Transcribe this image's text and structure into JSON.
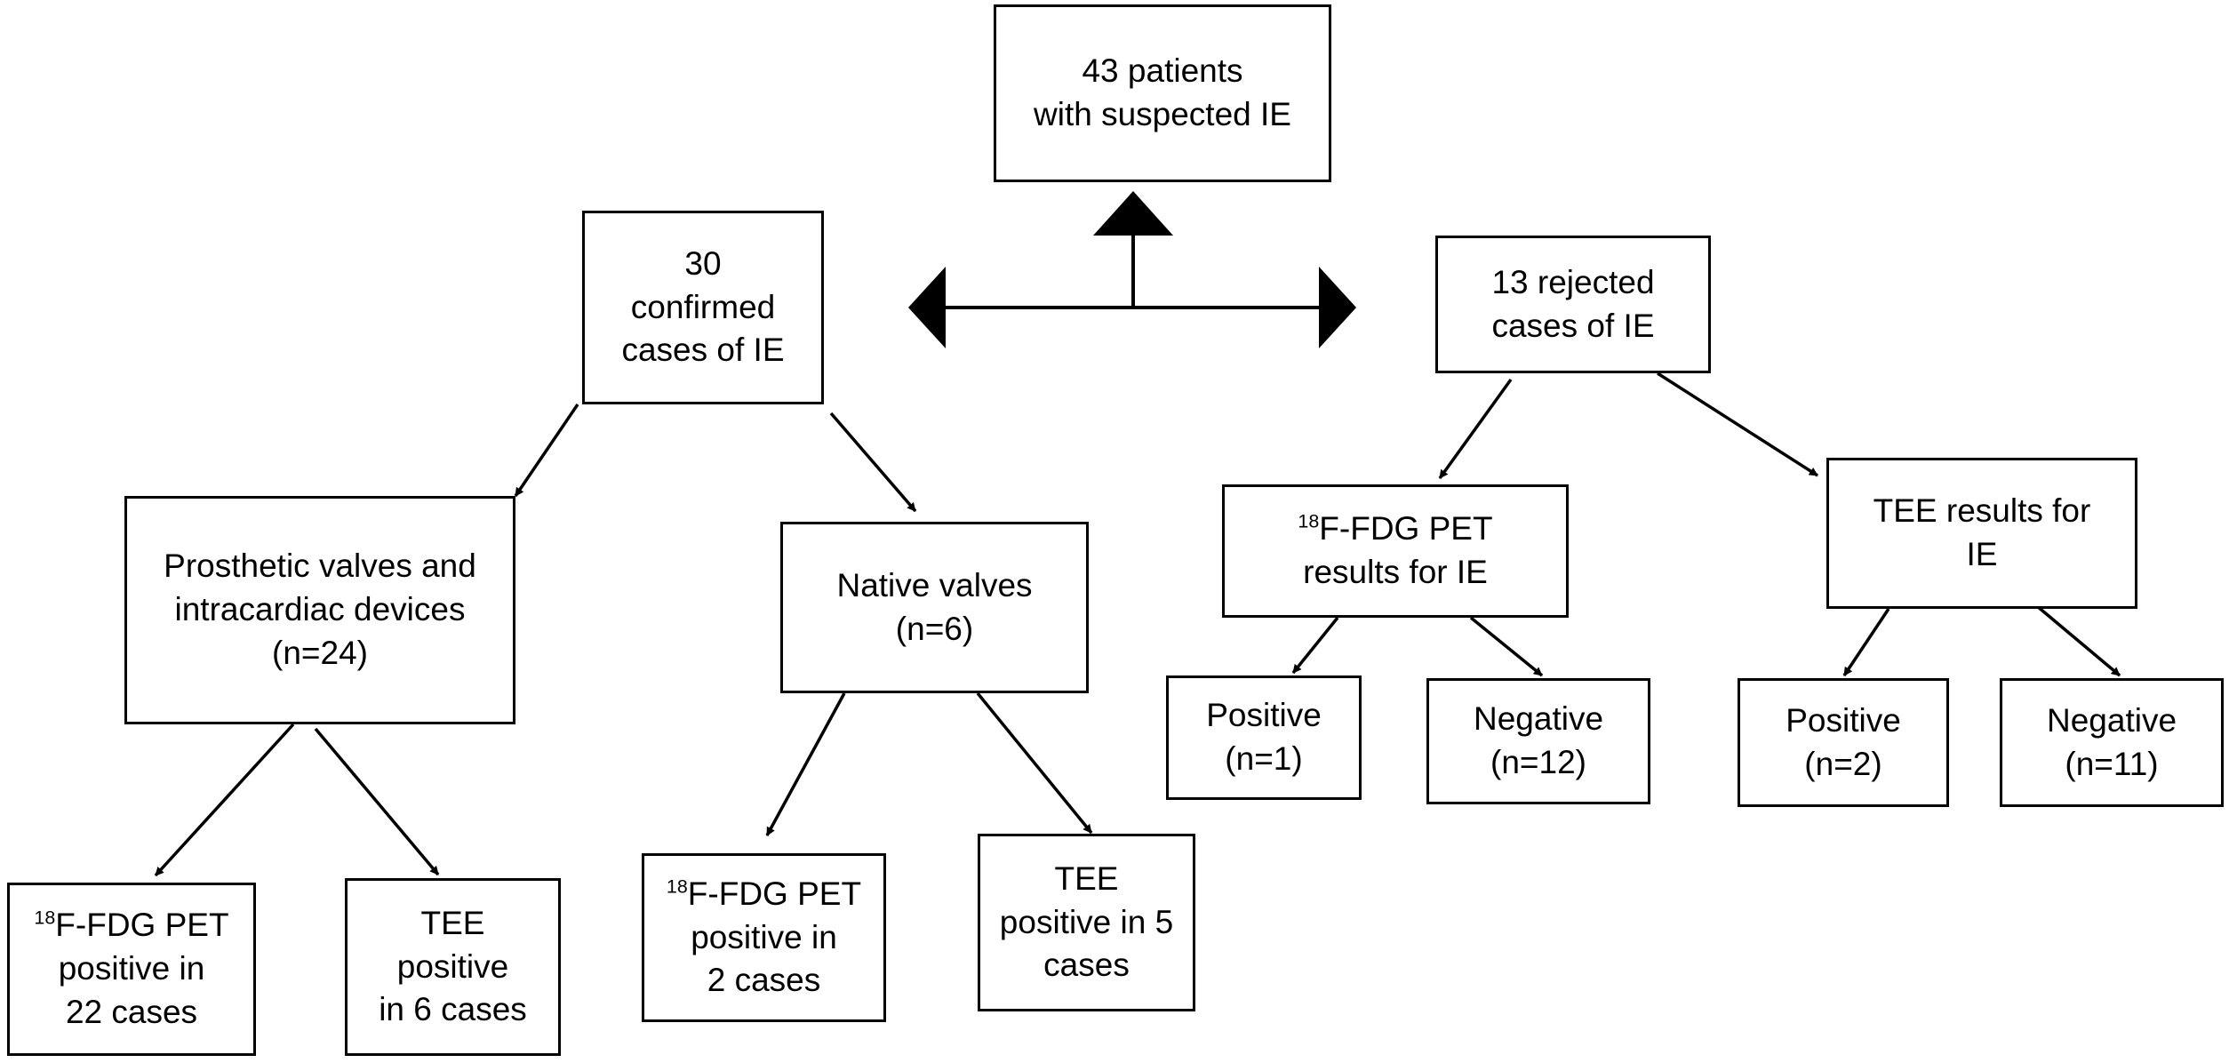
{
  "diagram": {
    "root": {
      "lines": [
        "43 patients",
        "with suspected IE"
      ]
    },
    "confirmed": {
      "lines": [
        "30",
        "confirmed",
        "cases of IE"
      ]
    },
    "rejected": {
      "lines": [
        "13 rejected",
        "cases of IE"
      ]
    },
    "prosthetic": {
      "lines": [
        "Prosthetic valves and",
        "intracardiac devices",
        "(n=24)"
      ]
    },
    "native": {
      "lines": [
        "Native valves",
        "(n=6)"
      ]
    },
    "pet_rejected": {
      "sup": "18",
      "lines": [
        "F-FDG PET",
        "results for IE"
      ]
    },
    "tee_rejected": {
      "lines": [
        "TEE results for",
        "IE"
      ]
    },
    "pet_positive": {
      "lines": [
        "Positive",
        "(n=1)"
      ]
    },
    "pet_negative": {
      "lines": [
        "Negative",
        "(n=12)"
      ]
    },
    "tee_positive": {
      "lines": [
        "Positive",
        "(n=2)"
      ]
    },
    "tee_negative": {
      "lines": [
        "Negative",
        "(n=11)"
      ]
    },
    "prosthetic_pet": {
      "sup": "18",
      "lines": [
        "F-FDG PET",
        "positive in",
        "22 cases"
      ]
    },
    "prosthetic_tee": {
      "lines": [
        "TEE",
        "positive",
        "in 6 cases"
      ]
    },
    "native_pet": {
      "sup": "18",
      "lines": [
        "F-FDG PET",
        "positive in",
        "2 cases"
      ]
    },
    "native_tee": {
      "lines": [
        "TEE",
        "positive in 5",
        "cases"
      ]
    }
  }
}
